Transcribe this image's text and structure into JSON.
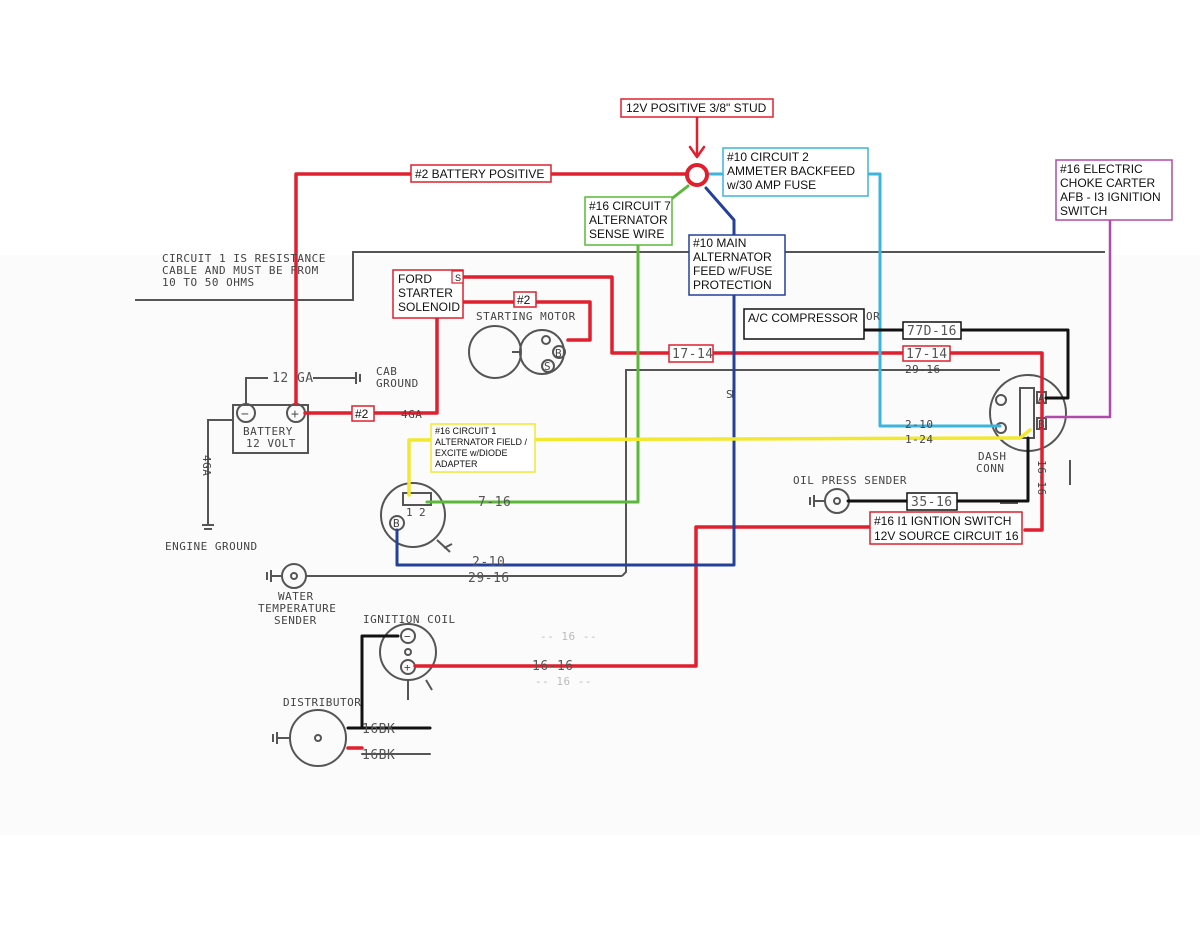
{
  "colors": {
    "red": "#e0202e",
    "blue": "#24409a",
    "cyan": "#3cb4dc",
    "green": "#5cb83a",
    "yellow": "#f2e830",
    "purple": "#b04aa8",
    "black": "#111111",
    "gray": "#666666"
  },
  "annotations": {
    "stud": "12V POSITIVE 3/8\" STUD",
    "battery_positive": "#2 BATTERY POSITIVE",
    "circuit2": [
      "#10 CIRCUIT 2",
      "AMMETER BACKFEED",
      "w/30 AMP FUSE"
    ],
    "circuit7": [
      "#16 CIRCUIT 7",
      "ALTERNATOR",
      "SENSE WIRE"
    ],
    "main_feed": [
      "#10 MAIN",
      "ALTERNATOR",
      "FEED w/FUSE",
      "PROTECTION"
    ],
    "choke": [
      "#16 ELECTRIC",
      "CHOKE CARTER",
      "AFB - I3 IGNITION",
      "SWITCH"
    ],
    "solenoid": [
      "FORD",
      "STARTER",
      "SOLENOID"
    ],
    "solenoid_s": "S",
    "solenoid_wire": "#2",
    "battery_wire": "#2",
    "ac": "A/C COMPRESSOR",
    "w77d": "77D-16",
    "w1714a": "17-14",
    "w1714b": "17-14",
    "w3516": "35-16",
    "circuit1": [
      "#16 CIRCUIT 1",
      "ALTERNATOR FIELD /",
      "EXCITE w/DIODE",
      "ADAPTER"
    ],
    "ignition_source": [
      "#16 I1 IGNTION SWITCH",
      "12V SOURCE CIRCUIT 16"
    ]
  },
  "labels": {
    "resistance": [
      "CIRCUIT 1 IS RESISTANCE",
      "CABLE AND MUST BE FROM",
      "10 TO 50 OHMS"
    ],
    "twelve_ga": "12 GA",
    "cab_ground": [
      "CAB",
      "GROUND"
    ],
    "four_ga_h": "4GA",
    "battery": [
      "BATTERY",
      "12 VOLT"
    ],
    "battery_minus": "−",
    "battery_plus": "+",
    "four_ga_v": "4GA",
    "engine_ground": "ENGINE GROUND",
    "starting_motor": "STARTING MOTOR",
    "motor_b": "B",
    "motor_s": "S",
    "or": "OR",
    "w2916_top": "29-16",
    "w210_dash": "2-10",
    "w124": "1-24",
    "dash_conn": [
      "DASH",
      "CONN"
    ],
    "w1616_v": "16-16",
    "oil_sender": "OIL PRESS SENDER",
    "w716": "7-16",
    "w210_bottom": "2-10",
    "w2916_bottom": "29-16",
    "alt_1": "1",
    "alt_2": "2",
    "alt_b": "B",
    "water_sender": [
      "WATER",
      "TEMPERATURE",
      "SENDER"
    ],
    "ignition_coil": "IGNITION COIL",
    "coil_minus": "−",
    "coil_plus": "+",
    "w1616_h": "16-16",
    "distributor": "DISTRIBUTOR",
    "w16bk_a": "16BK",
    "w16bk_b": "16BK",
    "dash_a": "A",
    "dash_b": "B",
    "s_mark": "S"
  }
}
